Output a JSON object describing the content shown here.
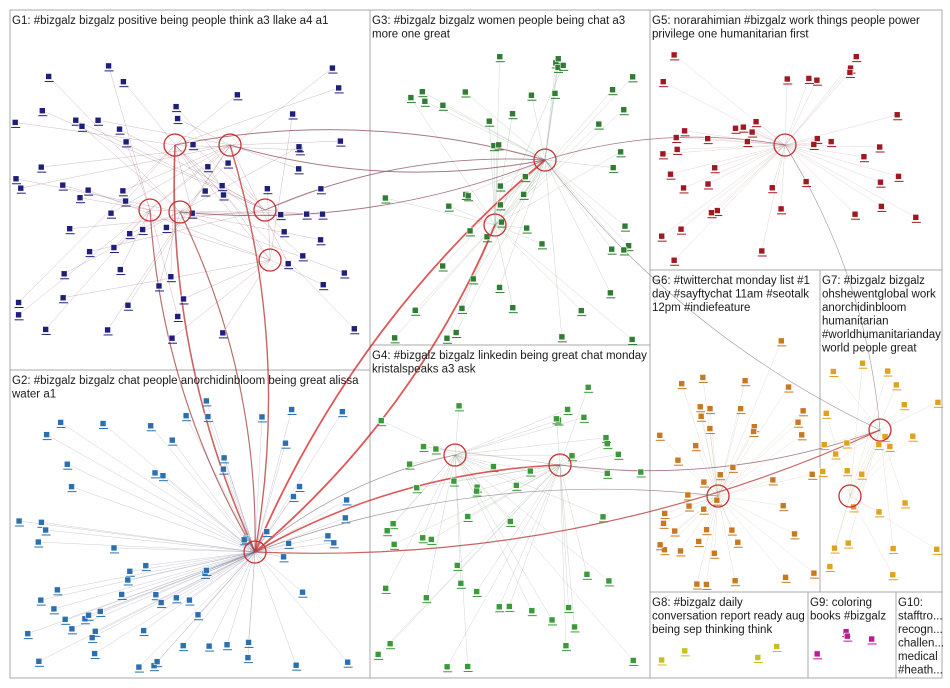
{
  "groups": [
    {
      "id": "G1",
      "lines": [
        "G1: #bizgalz bizgalz positive being people think a3 llake a4 a1"
      ],
      "color": "#1f1f7a",
      "edge": "#7a3a4a"
    },
    {
      "id": "G2",
      "lines": [
        "G2: #bizgalz bizgalz chat people anorchidinbloom being great alissa",
        "water a1"
      ],
      "color": "#2a6fb0",
      "edge": "#6b6b8a"
    },
    {
      "id": "G3",
      "lines": [
        "G3: #bizgalz bizgalz women people being chat a3",
        "more one great"
      ],
      "color": "#2e7d32",
      "edge": "#6e8a6e"
    },
    {
      "id": "G4",
      "lines": [
        "G4: #bizgalz bizgalz linkedin being great chat monday",
        "kristalspeaks a3 ask"
      ],
      "color": "#3a9a3a",
      "edge": "#7a8a7a"
    },
    {
      "id": "G5",
      "lines": [
        "G5: norarahimian #bizgalz work things people power",
        "privilege one humanitarian first"
      ],
      "color": "#a01822",
      "edge": "#b08a8a"
    },
    {
      "id": "G6",
      "lines": [
        "G6: #twitterchat monday list #1",
        "day #sayftychat 11am #seotalk",
        "12pm #indiefeature"
      ],
      "color": "#c8781e",
      "edge": "#b8a890"
    },
    {
      "id": "G7",
      "lines": [
        "G7: #bizgalz bizgalz",
        "ohshewentglobal work",
        "anorchidinbloom",
        "humanitarian",
        "#worldhumanitarianday",
        "world people great"
      ],
      "color": "#e0a020",
      "edge": "#c0b080"
    },
    {
      "id": "G8",
      "lines": [
        "G8: #bizgalz daily",
        "conversation report ready aug",
        "being sep thinking think"
      ],
      "color": "#c8c020",
      "edge": "#c8c8a0"
    },
    {
      "id": "G9",
      "lines": [
        "G9: coloring",
        "books #bizgalz"
      ],
      "color": "#c01890",
      "edge": "#c0a0b8"
    },
    {
      "id": "G10",
      "lines": [
        "G10:",
        "stafftro...",
        "recogn...",
        "challen...",
        "medical",
        "#heath..."
      ],
      "color": "#7030a0",
      "edge": "#a090b8"
    }
  ]
}
